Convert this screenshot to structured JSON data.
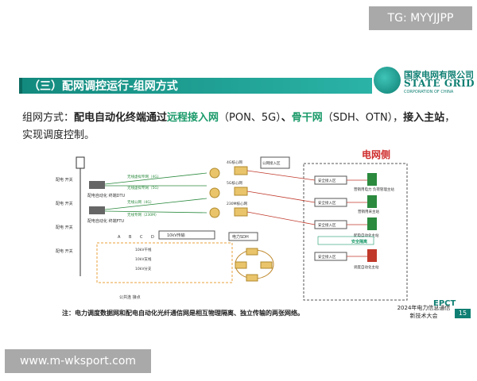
{
  "watermark_top": "TG: MYYJJPP",
  "watermark_bottom": "www.m-wksport.com",
  "section_title": "（三）配网调控运行-组网方式",
  "logo": {
    "cn": "国家电网有限公司",
    "en": "STATE GRID",
    "sub": "CORPORATION OF CHINA"
  },
  "paragraph": {
    "p1": "组网方式：",
    "p2": "配电自动化终端通过",
    "p3": "远程接入网",
    "p4": "（PON、5G）",
    "p5": "、",
    "p6": "骨干网",
    "p7": "（SDH、OTN），",
    "p8": "接入主站",
    "p9": "，实现调度控制。"
  },
  "grid_side_label": "电网侧",
  "note": "注：电力调度数据网和配电自动化光纤通信网是相互物理隔离、独立传输的两张网络。",
  "conference": {
    "line1": "2024年电力信息通信",
    "line2": "新技术大会"
  },
  "epct": "EPCT",
  "page_number": "15",
  "diagram": {
    "left_labels": [
      "配电\n开关",
      "配电\n开关",
      "配电\n开关",
      "配电\n开关"
    ],
    "terminal_labels": [
      "配电自动化\n终端DTU",
      "配电自动化\n终端FTU"
    ],
    "wireless_labels": [
      "无线虚拟专网（4G）",
      "无线虚拟专网（5G）",
      "无线公网（4G）",
      "无线专网（230M）"
    ],
    "core_labels": [
      "4G核心网",
      "5G核心网",
      "230M核心网"
    ],
    "gateway_labels": [
      "公网接入区",
      "安全接入区",
      "安全接入区",
      "安全接入区",
      "安全接入区"
    ],
    "master_labels": [
      "营销用电力\n负荷管理主站",
      "营销用采主站",
      "配电自动化主站",
      "调度自动化主站"
    ],
    "safe_zone": "安全隔离",
    "sdh_label": "电力SDH",
    "otn_label": "10kV传输",
    "bottom_label": "公共连\n接点",
    "cable_labels": [
      "10kV干线",
      "10kV支线",
      "10kV分支"
    ],
    "switch_labels": [
      "A",
      "B",
      "C",
      "D"
    ]
  }
}
